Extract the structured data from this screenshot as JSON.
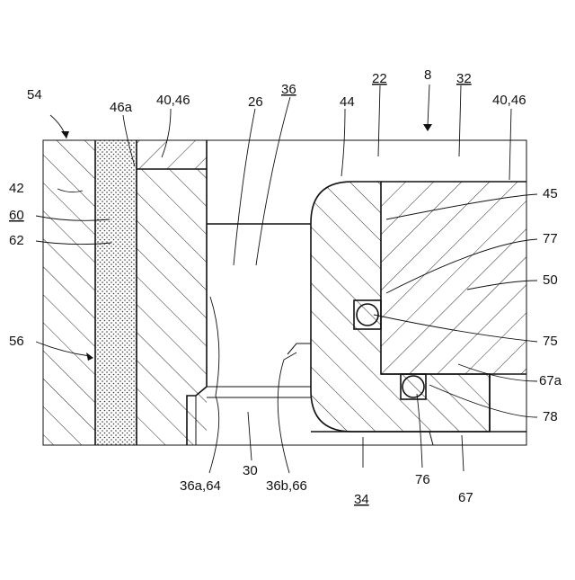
{
  "labels": {
    "l54": "54",
    "l46a": "46a",
    "l4046_left": "40,46",
    "l26": "26",
    "l36": "36",
    "l44": "44",
    "l22": "22",
    "l8": "8",
    "l32": "32",
    "l4046_right": "40,46",
    "l42": "42",
    "l60": "60",
    "l62": "62",
    "l56": "56",
    "l45": "45",
    "l77": "77",
    "l50": "50",
    "l75": "75",
    "l67a": "67a",
    "l78": "78",
    "l76": "76",
    "l67": "67",
    "l30": "30",
    "l34": "34",
    "l36a64": "36a,64",
    "l36b66": "36b,66"
  },
  "colors": {
    "line": "#111111",
    "background": "#ffffff",
    "dots": "#333333"
  }
}
